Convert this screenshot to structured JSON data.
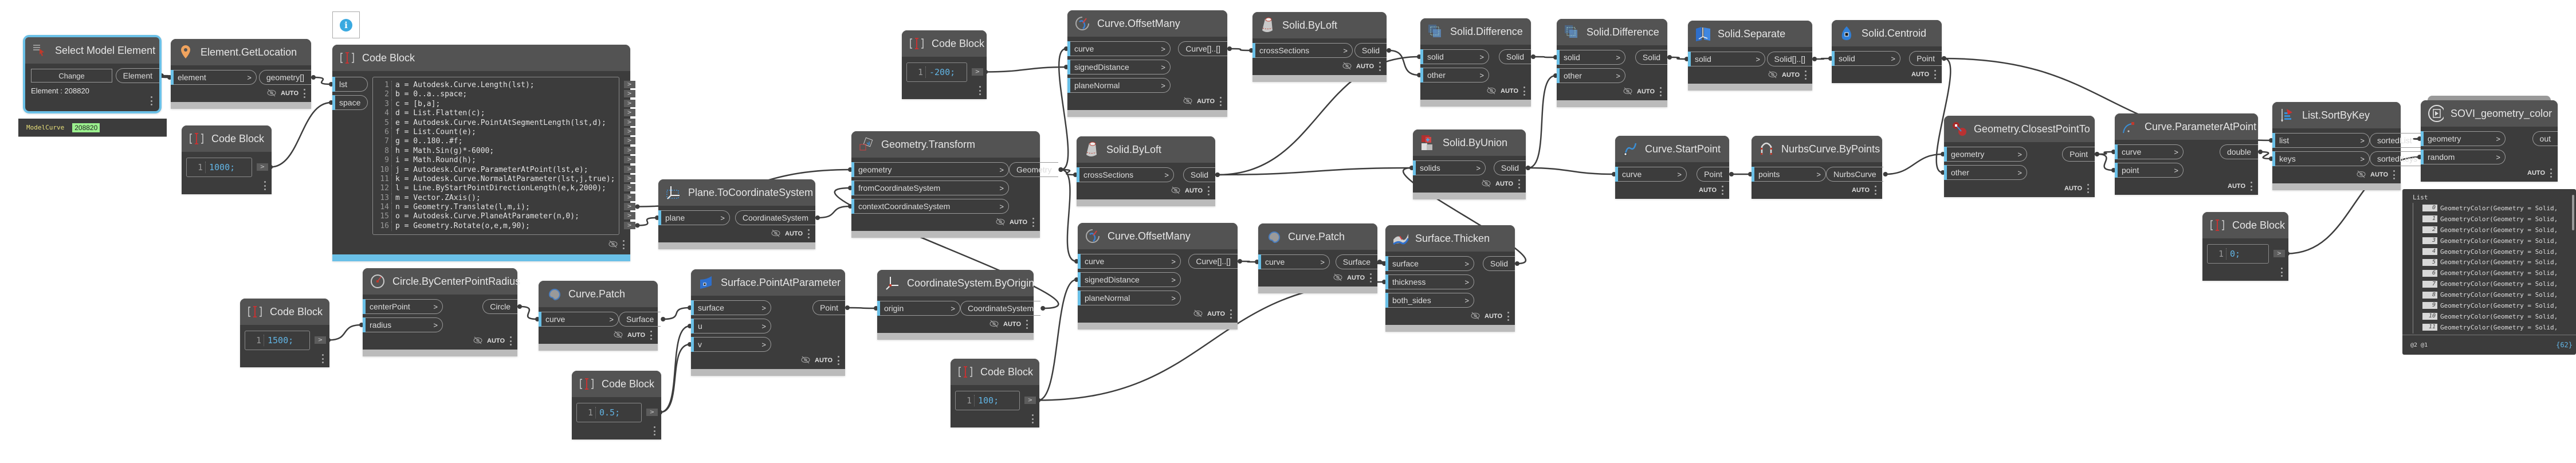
{
  "ui": {
    "arrow": ">",
    "lacing": "AUTO"
  },
  "info_bubble": {
    "icon": "info-icon",
    "glyph": "i"
  },
  "select_node": {
    "title": "Select Model Element",
    "icon": "select-model-icon",
    "change_label": "Change",
    "output": "Element",
    "element_info": "Element : 208820"
  },
  "select_preview": {
    "type": "ModelCurve",
    "value": "208820"
  },
  "nodes": [
    {
      "title": "Element.GetLocation",
      "icon": "location-pin-icon",
      "inputs": [
        "element"
      ],
      "outputs": [
        "geometry[]"
      ],
      "lacing": "AUTO",
      "preview_off": true
    },
    {
      "title": "Code Block",
      "type": "code",
      "lines": [
        "1000;"
      ]
    },
    {
      "title": "Code Block",
      "type": "code",
      "inputs": [
        "lst",
        "space"
      ],
      "lines": [
        "a = Autodesk.Curve.Length(lst);",
        "b = 0..a..space;",
        "c = [b,a];",
        "d = List.Flatten(c);",
        "e = Autodesk.Curve.PointAtSegmentLength(lst,d);",
        "f = List.Count(e);",
        "g = 0..180..#f;",
        "h = Math.Sin(g)*-6000;",
        "i = Math.Round(h);",
        "j = Autodesk.Curve.ParameterAtPoint(lst,e);",
        "k = Autodesk.Curve.NormalAtParameter(lst,j,true);",
        "l = Line.ByStartPointDirectionLength(e,k,2000);",
        "m = Vector.ZAxis();",
        "n = Geometry.Translate(l,m,i);",
        "o = Autodesk.Curve.PlaneAtParameter(n,0);",
        "p = Geometry.Rotate(o,e,m,90);"
      ]
    },
    {
      "title": "Code Block",
      "type": "code",
      "lines": [
        "1500;"
      ]
    },
    {
      "title": "Circle.ByCenterPointRadius",
      "icon": "circle-icon",
      "inputs": [
        "centerPoint",
        "radius"
      ],
      "outputs": [
        "Circle"
      ],
      "lacing": "AUTO",
      "preview_off": true
    },
    {
      "title": "Curve.Patch",
      "icon": "curve-patch-icon",
      "inputs": [
        "curve"
      ],
      "outputs": [
        "Surface"
      ],
      "lacing": "AUTO",
      "preview_off": true
    },
    {
      "title": "Code Block",
      "type": "code",
      "lines": [
        "0.5;"
      ]
    },
    {
      "title": "Plane.ToCoordinateSystem",
      "icon": "plane-axes-icon",
      "inputs": [
        "plane"
      ],
      "outputs": [
        "CoordinateSystem"
      ],
      "lacing": "AUTO",
      "preview_off": true
    },
    {
      "title": "Surface.PointAtParameter",
      "icon": "surface-icon",
      "inputs": [
        "surface",
        "u",
        "v"
      ],
      "outputs": [
        "Point"
      ],
      "lacing": "AUTO",
      "preview_off": true
    },
    {
      "title": "Geometry.Transform",
      "icon": "transform-icon",
      "inputs": [
        "geometry",
        "fromCoordinateSystem",
        "contextCoordinateSystem"
      ],
      "outputs": [
        "Geometry"
      ],
      "lacing": "AUTO",
      "preview_off": true
    },
    {
      "title": "CoordinateSystem.ByOrigin",
      "icon": "coordinate-system-icon",
      "inputs": [
        "origin"
      ],
      "outputs": [
        "CoordinateSystem"
      ],
      "lacing": "AUTO",
      "preview_off": true
    },
    {
      "title": "Code Block",
      "type": "code",
      "lines": [
        "100;"
      ]
    },
    {
      "title": "Code Block",
      "type": "code",
      "lines": [
        "-200;"
      ]
    },
    {
      "title": "Curve.OffsetMany",
      "icon": "offset-curve-icon",
      "inputs": [
        "curve",
        "signedDistance",
        "planeNormal"
      ],
      "outputs": [
        "Curve[]..[]"
      ],
      "lacing": "AUTO",
      "preview_off": true
    },
    {
      "title": "Solid.ByLoft",
      "icon": "loft-icon",
      "inputs": [
        "crossSections"
      ],
      "outputs": [
        "Solid"
      ],
      "lacing": "AUTO",
      "preview_off": true
    },
    {
      "title": "Curve.OffsetMany",
      "icon": "offset-curve-icon",
      "inputs": [
        "curve",
        "signedDistance",
        "planeNormal"
      ],
      "outputs": [
        "Curve[]..[]"
      ],
      "lacing": "AUTO",
      "preview_off": true
    },
    {
      "title": "Curve.Patch",
      "icon": "curve-patch-icon",
      "inputs": [
        "curve"
      ],
      "outputs": [
        "Surface"
      ],
      "lacing": "AUTO",
      "preview_off": true
    },
    {
      "title": "Surface.Thicken",
      "icon": "thicken-icon",
      "inputs": [
        "surface",
        "thickness",
        "both_sides"
      ],
      "outputs": [
        "Solid"
      ],
      "lacing": "AUTO",
      "preview_off": true
    },
    {
      "title": "Solid.ByLoft",
      "icon": "loft-icon",
      "inputs": [
        "crossSections"
      ],
      "outputs": [
        "Solid"
      ],
      "lacing": "AUTO",
      "preview_off": true
    },
    {
      "title": "Solid.Difference",
      "icon": "difference-icon",
      "inputs": [
        "solid",
        "other"
      ],
      "outputs": [
        "Solid"
      ],
      "lacing": "AUTO",
      "preview_off": true
    },
    {
      "title": "Solid.Difference",
      "icon": "difference-icon",
      "inputs": [
        "solid",
        "other"
      ],
      "outputs": [
        "Solid"
      ],
      "lacing": "AUTO",
      "preview_off": true
    },
    {
      "title": "Solid.ByUnion",
      "icon": "union-icon",
      "inputs": [
        "solids"
      ],
      "outputs": [
        "Solid"
      ],
      "lacing": "AUTO",
      "preview_off": true
    },
    {
      "title": "Curve.StartPoint",
      "icon": "start-point-icon",
      "inputs": [
        "curve"
      ],
      "outputs": [
        "Point"
      ],
      "lacing": "AUTO",
      "preview_off": false
    },
    {
      "title": "NurbsCurve.ByPoints",
      "icon": "nurbs-curve-icon",
      "inputs": [
        "points"
      ],
      "outputs": [
        "NurbsCurve"
      ],
      "lacing": "AUTO",
      "preview_off": false
    },
    {
      "title": "Solid.Separate",
      "icon": "separate-icon",
      "inputs": [
        "solid"
      ],
      "outputs": [
        "Solid[]..[]"
      ],
      "lacing": "AUTO",
      "preview_off": true
    },
    {
      "title": "Solid.Centroid",
      "icon": "centroid-icon",
      "inputs": [
        "solid"
      ],
      "outputs": [
        "Point"
      ],
      "lacing": "AUTO",
      "preview_off": false
    },
    {
      "title": "Geometry.ClosestPointTo",
      "icon": "closest-point-icon",
      "inputs": [
        "geometry",
        "other"
      ],
      "outputs": [
        "Point"
      ],
      "lacing": "AUTO",
      "preview_off": false
    },
    {
      "title": "Curve.ParameterAtPoint",
      "icon": "parameter-at-point-icon",
      "inputs": [
        "curve",
        "point"
      ],
      "outputs": [
        "double"
      ],
      "lacing": "AUTO",
      "preview_off": false
    },
    {
      "title": "Code Block",
      "type": "code",
      "lines": [
        "0;"
      ]
    },
    {
      "title": "List.SortByKey",
      "icon": "sort-by-key-icon",
      "inputs": [
        "list",
        "keys"
      ],
      "outputs": [
        "sortedList",
        "sortedKeys"
      ],
      "lacing": "AUTO",
      "preview_off": true
    },
    {
      "title": "SOVI_geometry_color",
      "icon": "custom-node-icon",
      "inputs": [
        "geometry",
        "random"
      ],
      "outputs": [
        "out"
      ],
      "lacing": "AUTO",
      "preview_off": false
    }
  ],
  "watch": {
    "header": "List",
    "items": [
      {
        "index": "0",
        "text": "GeometryColor(Geometry = Solid,"
      },
      {
        "index": "1",
        "text": "GeometryColor(Geometry = Solid,"
      },
      {
        "index": "2",
        "text": "GeometryColor(Geometry = Solid,"
      },
      {
        "index": "3",
        "text": "GeometryColor(Geometry = Solid,"
      },
      {
        "index": "4",
        "text": "GeometryColor(Geometry = Solid,"
      },
      {
        "index": "5",
        "text": "GeometryColor(Geometry = Solid,"
      },
      {
        "index": "6",
        "text": "GeometryColor(Geometry = Solid,"
      },
      {
        "index": "7",
        "text": "GeometryColor(Geometry = Solid,"
      },
      {
        "index": "8",
        "text": "GeometryColor(Geometry = Solid,"
      },
      {
        "index": "9",
        "text": "GeometryColor(Geometry = Solid,"
      },
      {
        "index": "10",
        "text": "GeometryColor(Geometry = Solid,"
      },
      {
        "index": "11",
        "text": "GeometryColor(Geometry = Solid,"
      }
    ],
    "levels": "@2 @1",
    "count": "{62}"
  },
  "colors": {
    "accent": "#6ac0e7",
    "node_body": "#3c3c3c",
    "node_header": "#535353",
    "wire": "#3d3d3d"
  }
}
